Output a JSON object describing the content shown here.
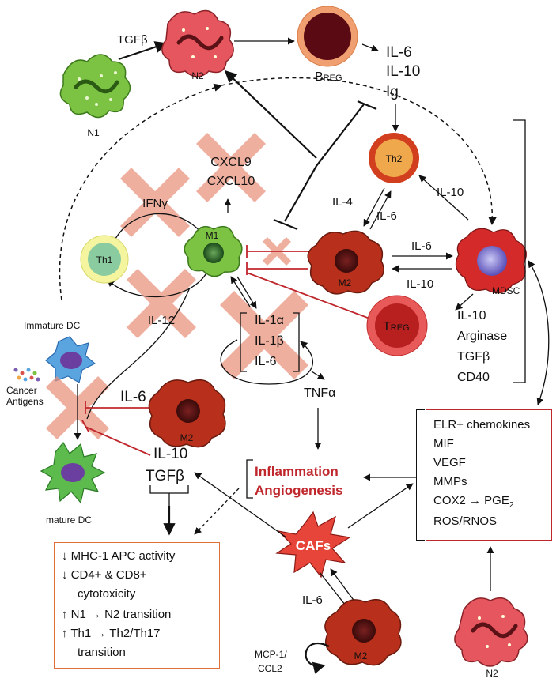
{
  "colors": {
    "n1_green": "#7cc243",
    "n2_red": "#e5565e",
    "m2_red": "#b8301c",
    "accent_red": "#c0272d",
    "cross_salmon": "#e8907a",
    "breg_ring": "#f0a070",
    "th2_orange": "#f08a2c",
    "mdsc_red": "#d42a2a",
    "dc_blue": "#5aa5e0",
    "mature_dc_green": "#5dbb4e"
  },
  "labels": {
    "tgfb_top": "TGFβ",
    "n1": "N1",
    "n2_top": "N2",
    "breg_b": "B",
    "breg_sub": "REG",
    "il6_top": "IL-6",
    "il10_top": "IL-10",
    "ig": "Ig",
    "th2": "Th2",
    "il10_th2": "IL-10",
    "il4": "IL-4",
    "il6_m2": "IL-6",
    "cxcl9": "CXCL9",
    "cxcl10": "CXCL10",
    "ifng": "IFNγ",
    "th1": "Th1",
    "m1": "M1",
    "m2_center": "M2",
    "il6_mdsc": "IL-6",
    "il10_mdsc": "IL-10",
    "mdsc": "MDSC",
    "il12": "IL-12",
    "il1a": "IL-1α",
    "il1b": "IL-1β",
    "il6_cross": "IL-6",
    "treg_t": "T",
    "treg_sub": "REG",
    "mdsc_out": [
      "IL-10",
      "Arginase",
      "TGFβ",
      "CD40"
    ],
    "immature_dc": "Immature DC",
    "cancer_antigens_1": "Cancer",
    "cancer_antigens_2": "Antigens",
    "il6_dc": "IL-6",
    "m2_left": "M2",
    "il10_dc": "IL-10",
    "tgfb_dc": "TGFβ",
    "mature_dc": "mature DC",
    "tnfa": "TNFα",
    "inflammation": "Inflammation",
    "angiogenesis": "Angiogenesis",
    "cafs": "CAFs",
    "il6_caf": "IL-6",
    "m2_bottom": "M2",
    "mcp1": "MCP-1/",
    "ccl2": "CCL2",
    "n2_bottom": "N2"
  },
  "chemokines": [
    "ELR+ chemokines",
    "MIF",
    "VEGF",
    "MMPs",
    "COX2 → PGE",
    "ROS/RNOS"
  ],
  "pge_subscript": "2",
  "effects": [
    "↓ MHC-1 APC activity",
    "↓ CD4+ & CD8+",
    "cytotoxicity",
    "↑ N1 → N2 transition",
    "↑ Th1 → Th2/Th17",
    "transition"
  ]
}
